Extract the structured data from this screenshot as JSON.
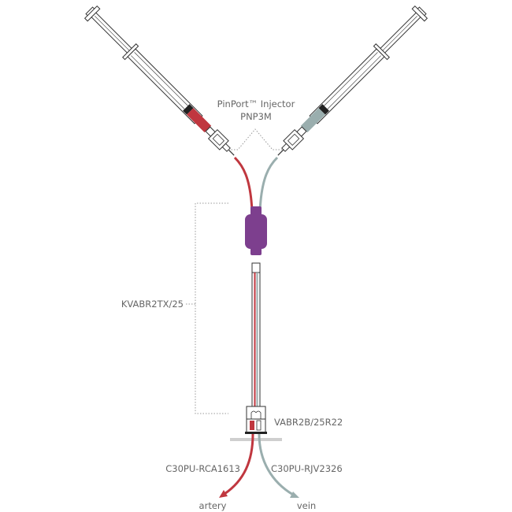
{
  "labels": {
    "injector_line1": "PinPort™ Injector",
    "injector_line2": "PNP3M",
    "catheter": "KVABR2TX/25",
    "button": "VABR2B/25R22",
    "artery_catheter": "C30PU-RCA1613",
    "vein_catheter": "C30PU-RJV2326",
    "artery": "artery",
    "vein": "vein"
  },
  "colors": {
    "red": "#c0373f",
    "grey_blue": "#9aaeae",
    "purple": "#7d3f8e",
    "outline": "#333333",
    "dots": "#999999",
    "label": "#666666"
  }
}
